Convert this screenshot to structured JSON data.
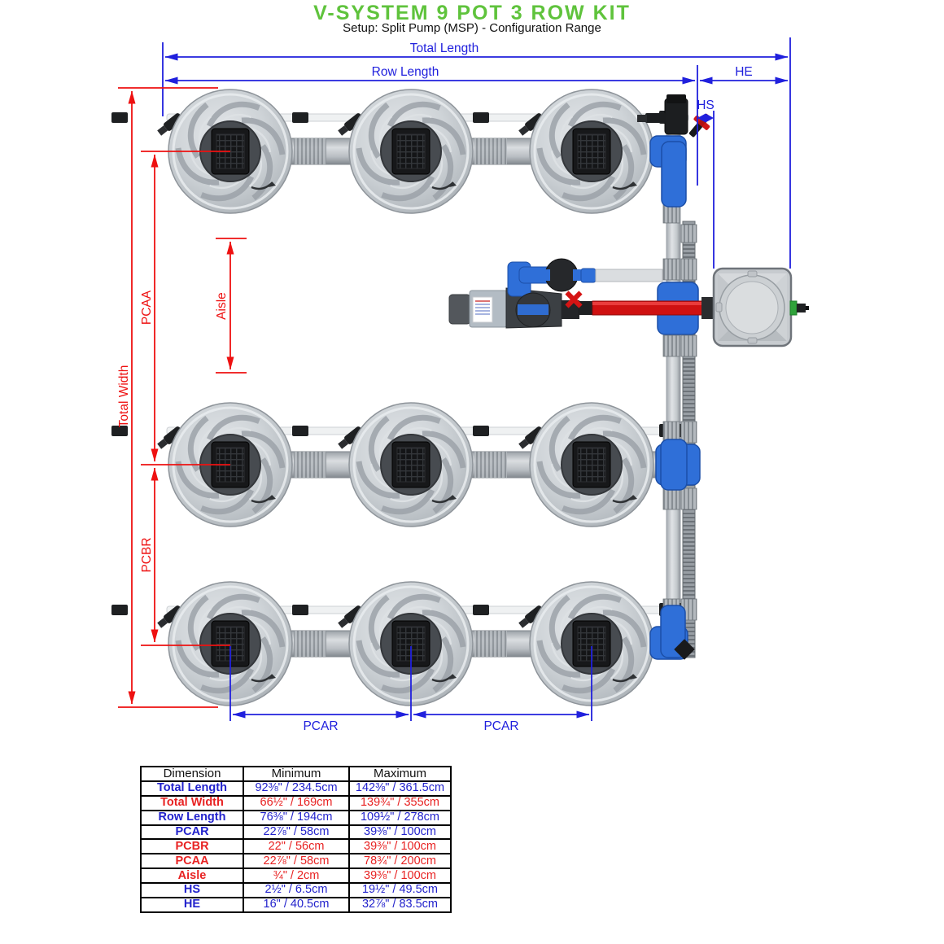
{
  "title": "V-SYSTEM 9 POT 3 ROW KIT",
  "subtitle": "Setup: Split Pump (MSP) - Configuration Range",
  "diagram_labels": {
    "total_length": "Total Length",
    "row_length": "Row Length",
    "he": "HE",
    "hs": "HS",
    "total_width": "Total Width",
    "pcaa": "PCAA",
    "pcbr": "PCBR",
    "aisle": "Aisle",
    "pcar": "PCAR"
  },
  "colors": {
    "title_green": "#5FC33C",
    "dimension_blue": "#2020DD",
    "dimension_red": "#EE1111",
    "table_blue": "#2222CC",
    "table_red": "#E82222"
  },
  "table": {
    "headers": [
      "Dimension",
      "Minimum",
      "Maximum"
    ],
    "rows": [
      {
        "dimension": "Total Length",
        "minimum": "92⅜\" / 234.5cm",
        "maximum": "142⅜\" / 361.5cm",
        "color": "blue"
      },
      {
        "dimension": "Total Width",
        "minimum": "66½\" / 169cm",
        "maximum": "139¾\" / 355cm",
        "color": "red"
      },
      {
        "dimension": "Row Length",
        "minimum": "76⅜\" / 194cm",
        "maximum": "109½\" / 278cm",
        "color": "blue"
      },
      {
        "dimension": "PCAR",
        "minimum": "22⅞\" / 58cm",
        "maximum": "39⅜\" / 100cm",
        "color": "blue"
      },
      {
        "dimension": "PCBR",
        "minimum": "22\" / 56cm",
        "maximum": "39⅜\" / 100cm",
        "color": "red"
      },
      {
        "dimension": "PCAA",
        "minimum": "22⅞\" / 58cm",
        "maximum": "78¾\" / 200cm",
        "color": "red"
      },
      {
        "dimension": "Aisle",
        "minimum": "¾\" / 2cm",
        "maximum": "39⅜\" / 100cm",
        "color": "red"
      },
      {
        "dimension": "HS",
        "minimum": "2½\" / 6.5cm",
        "maximum": "19½\" / 49.5cm",
        "color": "blue"
      },
      {
        "dimension": "HE",
        "minimum": "16\" / 40.5cm",
        "maximum": "32⅞\" / 83.5cm",
        "color": "blue"
      }
    ]
  }
}
